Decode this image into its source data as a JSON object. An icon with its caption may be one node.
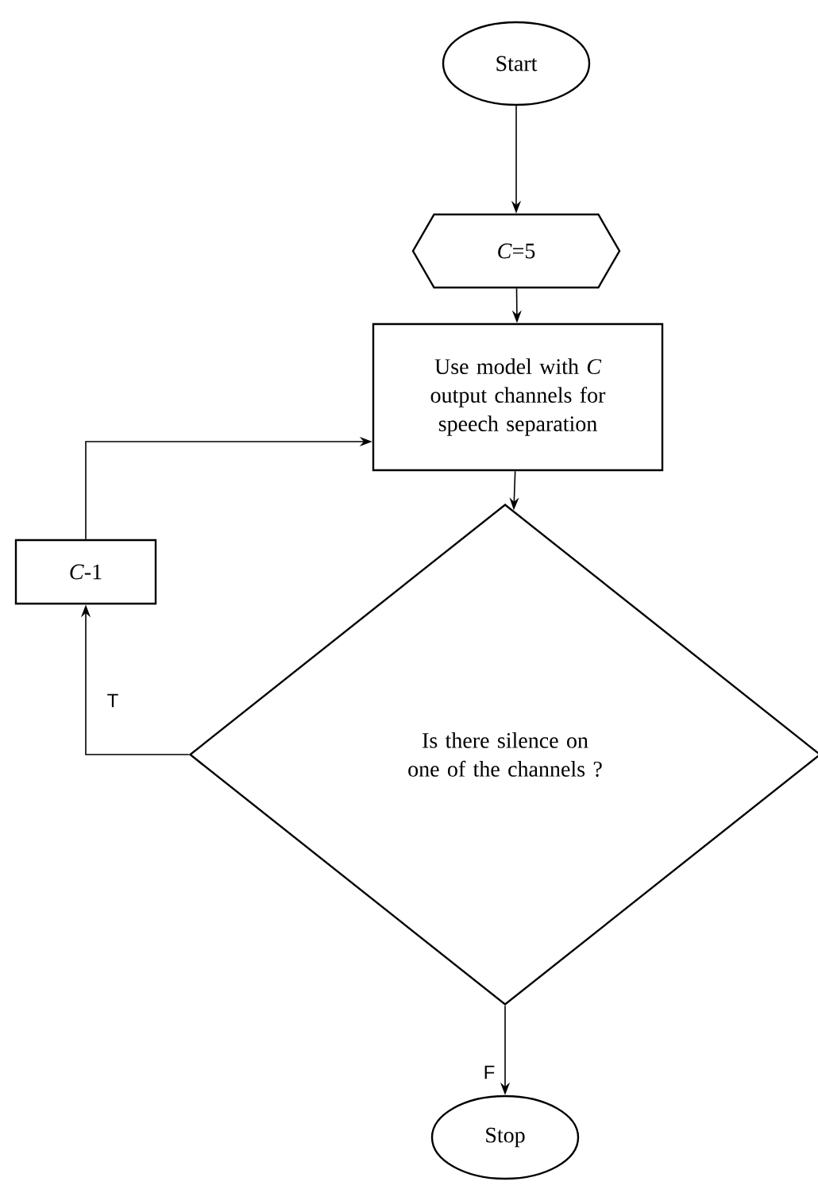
{
  "diagram": {
    "nodes": [
      {
        "text": [
          "Start"
        ]
      },
      {
        "text": [
          "*C*=5"
        ]
      },
      {
        "text": [
          "Use model with *C* output channels for speech separation"
        ]
      },
      {
        "text": [
          "*C*-1"
        ]
      },
      {
        "text": [
          "Is there silence on one of the channels ?"
        ]
      },
      {
        "text": [
          "Stop"
        ]
      }
    ],
    "edges": [
      {
        "from": 0,
        "to": 1,
        "arrow": "to"
      },
      {
        "from": 1,
        "to": 2,
        "arrow": "to"
      },
      {
        "from": 2,
        "to": 4,
        "arrow": "to"
      },
      {
        "from": 4,
        "to": 5,
        "arrow": "to",
        "label": "F"
      },
      {
        "from": 4,
        "to": 3,
        "arrow": "to",
        "label": "T"
      },
      {
        "from": 3,
        "to": 2,
        "arrow": "to"
      }
    ]
  }
}
